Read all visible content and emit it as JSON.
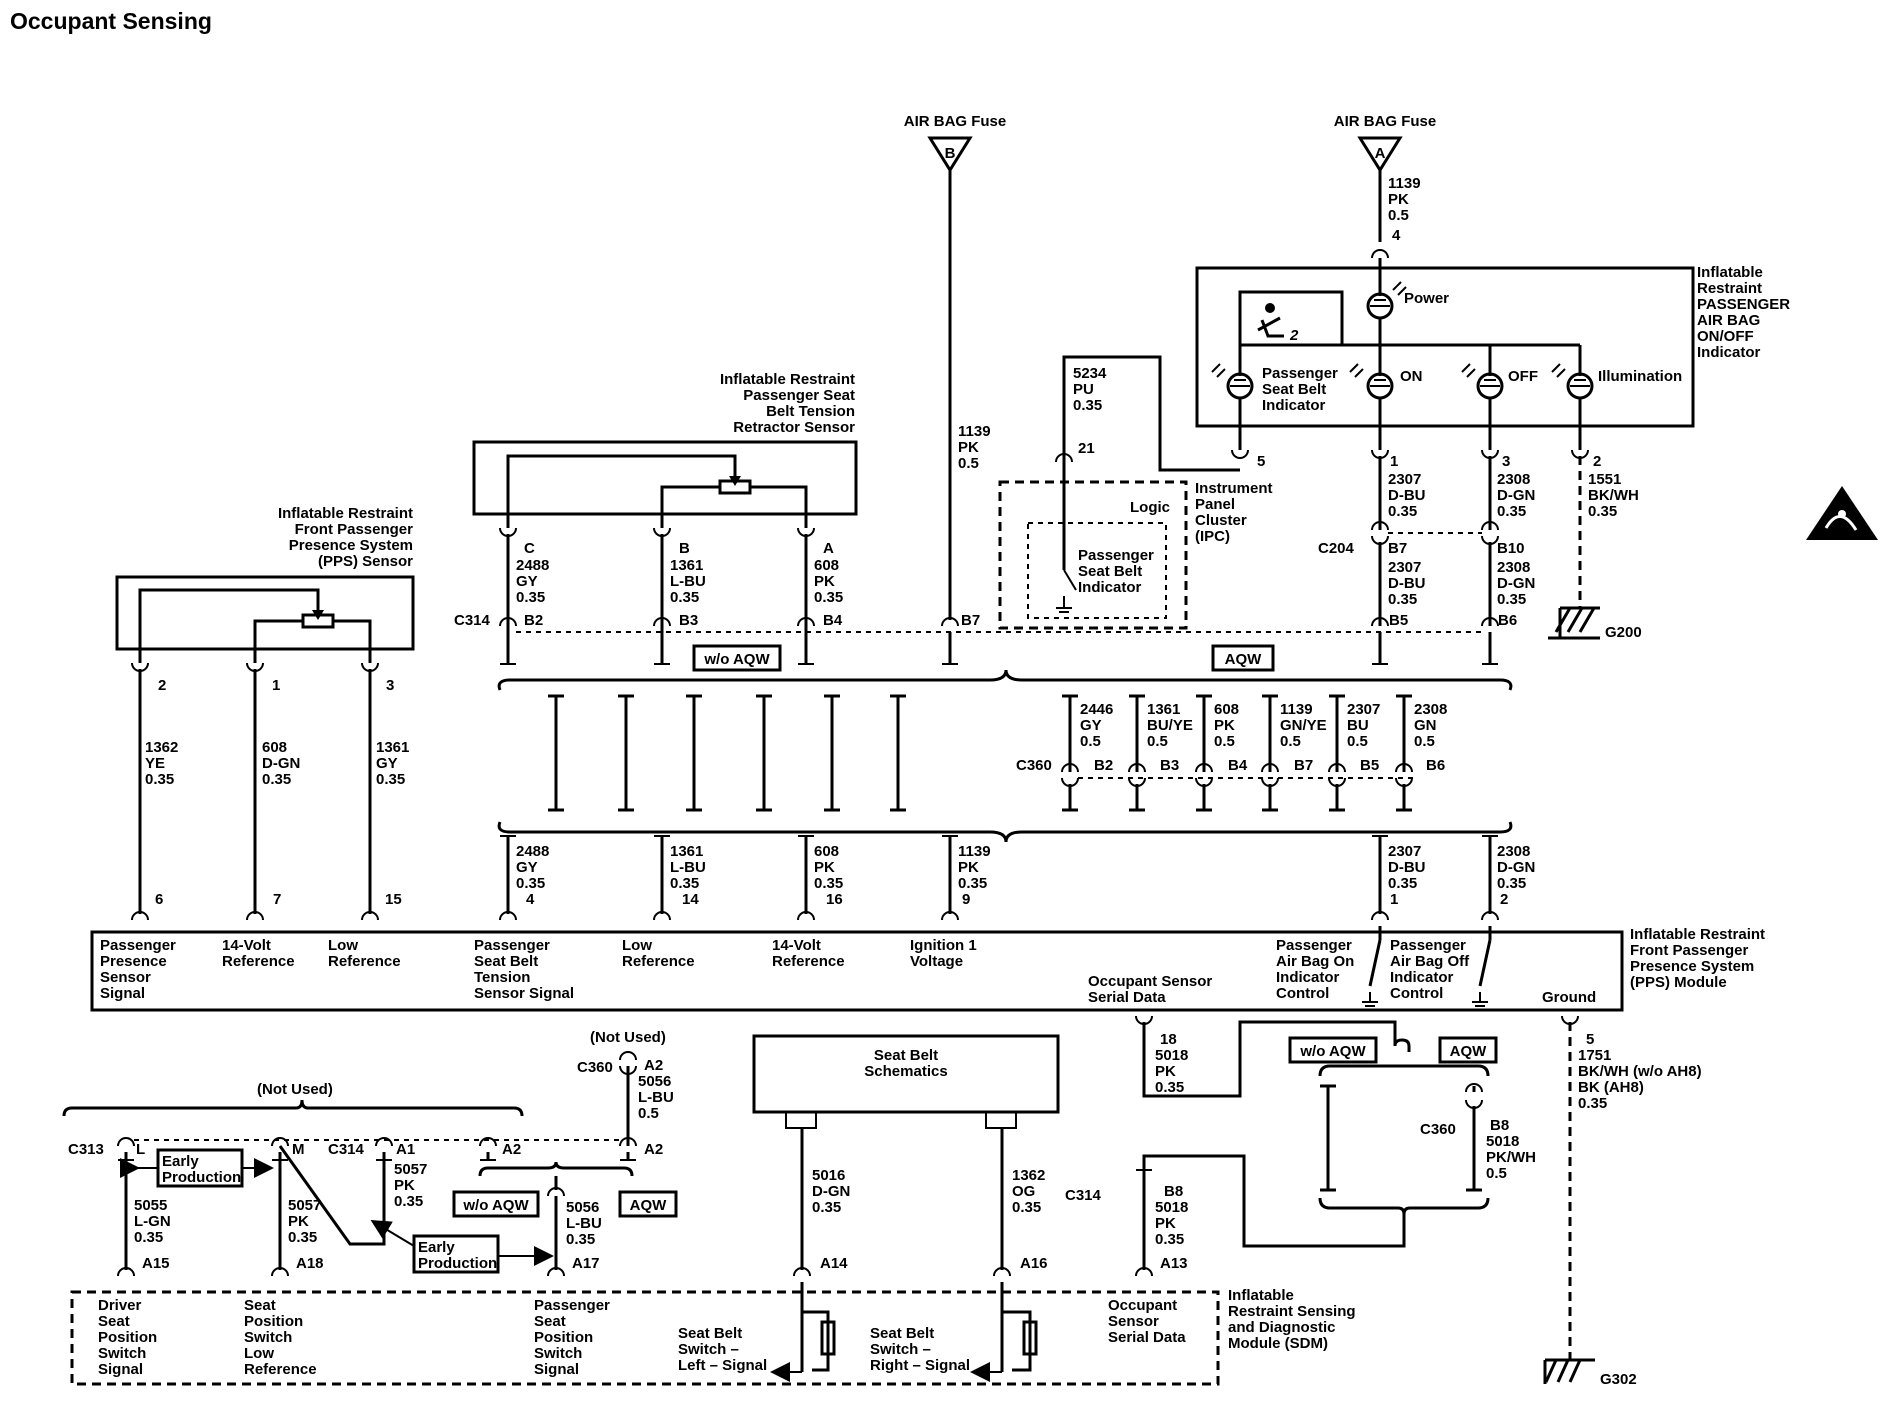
{
  "title": "Occupant Sensing",
  "fuses": [
    {
      "id": "fuse-b",
      "label": "AIR BAG Fuse",
      "letter": "B"
    },
    {
      "id": "fuse-a",
      "label": "AIR BAG Fuse",
      "letter": "A"
    }
  ],
  "components": {
    "pps_sensor": [
      "Inflatable Restraint",
      "Front Passenger",
      "Presence System",
      "(PPS) Sensor"
    ],
    "tension_sensor": [
      "Inflatable Restraint",
      "Passenger Seat",
      "Belt Tension",
      "Retractor Sensor"
    ],
    "airbag_indicator": [
      "Inflatable",
      "Restraint",
      "PASSENGER",
      "AIR BAG",
      "ON/OFF",
      "Indicator"
    ],
    "ipc": [
      "Instrument",
      "Panel",
      "Cluster",
      "(IPC)"
    ],
    "ipc_logic": "Logic",
    "ipc_seatbelt": [
      "Passenger",
      "Seat Belt",
      "Indicator"
    ],
    "pps_module": [
      "Inflatable Restraint",
      "Front Passenger",
      "Presence System",
      "(PPS) Module"
    ],
    "sdm": [
      "Inflatable",
      "Restraint Sensing",
      "and Diagnostic",
      "Module (SDM)"
    ],
    "seat_belt_schematics": [
      "Seat Belt",
      "Schematics"
    ]
  },
  "indicator_lamps": {
    "power": "Power",
    "passenger_seat_belt": [
      "Passenger",
      "Seat Belt",
      "Indicator"
    ],
    "on": "ON",
    "off": "OFF",
    "illumination": "Illumination"
  },
  "wires": [
    {
      "id": "w1139-top",
      "lines": [
        "1139",
        "PK",
        "0.5"
      ]
    },
    {
      "id": "w1139-mid",
      "lines": [
        "1139",
        "PK",
        "0.5"
      ]
    },
    {
      "id": "w5234",
      "lines": [
        "5234",
        "PU",
        "0.35"
      ]
    },
    {
      "id": "w2488-top",
      "lines": [
        "2488",
        "GY",
        "0.35"
      ]
    },
    {
      "id": "w1361-top",
      "lines": [
        "1361",
        "L-BU",
        "0.35"
      ]
    },
    {
      "id": "w608-top",
      "lines": [
        "608",
        "PK",
        "0.35"
      ]
    },
    {
      "id": "w2307-top",
      "lines": [
        "2307",
        "D-BU",
        "0.35"
      ]
    },
    {
      "id": "w2308-top",
      "lines": [
        "2308",
        "D-GN",
        "0.35"
      ]
    },
    {
      "id": "w1551",
      "lines": [
        "1551",
        "BK/WH",
        "0.35"
      ]
    },
    {
      "id": "w2307-c204",
      "lines": [
        "2307",
        "D-BU",
        "0.35"
      ]
    },
    {
      "id": "w2308-c204",
      "lines": [
        "2308",
        "D-GN",
        "0.35"
      ]
    },
    {
      "id": "w1362-pps",
      "lines": [
        "1362",
        "YE",
        "0.35"
      ]
    },
    {
      "id": "w608-pps",
      "lines": [
        "608",
        "D-GN",
        "0.35"
      ]
    },
    {
      "id": "w1361-pps",
      "lines": [
        "1361",
        "GY",
        "0.35"
      ]
    },
    {
      "id": "w2446-c360",
      "lines": [
        "2446",
        "GY",
        "0.5"
      ]
    },
    {
      "id": "w1361-c360",
      "lines": [
        "1361",
        "BU/YE",
        "0.5"
      ]
    },
    {
      "id": "w608-c360",
      "lines": [
        "608",
        "PK",
        "0.5"
      ]
    },
    {
      "id": "w1139-c360",
      "lines": [
        "1139",
        "GN/YE",
        "0.5"
      ]
    },
    {
      "id": "w2307-c360",
      "lines": [
        "2307",
        "BU",
        "0.5"
      ]
    },
    {
      "id": "w2308-c360",
      "lines": [
        "2308",
        "GN",
        "0.5"
      ]
    },
    {
      "id": "w2488-mod",
      "lines": [
        "2488",
        "GY",
        "0.35"
      ]
    },
    {
      "id": "w1361-mod",
      "lines": [
        "1361",
        "L-BU",
        "0.35"
      ]
    },
    {
      "id": "w608-mod",
      "lines": [
        "608",
        "PK",
        "0.35"
      ]
    },
    {
      "id": "w1139-mod",
      "lines": [
        "1139",
        "PK",
        "0.35"
      ]
    },
    {
      "id": "w2307-mod",
      "lines": [
        "2307",
        "D-BU",
        "0.35"
      ]
    },
    {
      "id": "w2308-mod",
      "lines": [
        "2308",
        "D-GN",
        "0.35"
      ]
    },
    {
      "id": "w5018-mod",
      "lines": [
        "5018",
        "PK",
        "0.35"
      ]
    },
    {
      "id": "w1751",
      "lines": [
        "1751",
        "BK/WH (w/o AH8)",
        "BK (AH8)",
        "0.35"
      ]
    },
    {
      "id": "w5056-top",
      "lines": [
        "5056",
        "L-BU",
        "0.5"
      ]
    },
    {
      "id": "w5057-a1",
      "lines": [
        "5057",
        "PK",
        "0.35"
      ]
    },
    {
      "id": "w5055",
      "lines": [
        "5055",
        "L-GN",
        "0.35"
      ]
    },
    {
      "id": "w5057-a18",
      "lines": [
        "5057",
        "PK",
        "0.35"
      ]
    },
    {
      "id": "w5056-a17",
      "lines": [
        "5056",
        "L-BU",
        "0.35"
      ]
    },
    {
      "id": "w5016",
      "lines": [
        "5016",
        "D-GN",
        "0.35"
      ]
    },
    {
      "id": "w1362-sdm",
      "lines": [
        "1362",
        "OG",
        "0.35"
      ]
    },
    {
      "id": "w5018-sdm",
      "lines": [
        "5018",
        "PK",
        "0.35"
      ]
    },
    {
      "id": "w5018-c360",
      "lines": [
        "5018",
        "PK/WH",
        "0.5"
      ]
    }
  ],
  "pins": {
    "fuse_a_pin": "4",
    "ipc_pin_5": "5",
    "ipc_pin_21": "21",
    "ind_pin_1": "1",
    "ind_pin_3": "3",
    "ind_pin_2": "2",
    "sensor_c": "C",
    "sensor_b": "B",
    "sensor_a": "A",
    "pps_2": "2",
    "pps_1": "1",
    "pps_3": "3",
    "mod_6": "6",
    "mod_7": "7",
    "mod_15": "15",
    "mod_4": "4",
    "mod_14": "14",
    "mod_16": "16",
    "mod_9": "9",
    "mod_1": "1",
    "mod_2": "2",
    "mod_18": "18",
    "mod_5": "5",
    "c314_b2": "B2",
    "c314_b3": "B3",
    "c314_b4": "B4",
    "c314_b7": "B7",
    "c314_b5": "B5",
    "c314_b6": "B6",
    "c204_b7": "B7",
    "c204_b10": "B10",
    "c360_b2": "B2",
    "c360_b3": "B3",
    "c360_b4": "B4",
    "c360_b7": "B7",
    "c360_b5": "B5",
    "c360_b6": "B6",
    "c360_a2_top": "A2",
    "c360_a2": "A2",
    "c314_a2": "A2",
    "c313_l": "L",
    "c313_m": "M",
    "c314_a1": "A1",
    "sdm_a15": "A15",
    "sdm_a18": "A18",
    "sdm_a17": "A17",
    "sdm_a14": "A14",
    "sdm_a16": "A16",
    "sdm_a13": "A13",
    "c314_b8": "B8",
    "c360_b8": "B8"
  },
  "connectors": {
    "c314_top": "C314",
    "c204": "C204",
    "c360_mid": "C360",
    "c360_a2": "C360",
    "c313": "C313",
    "c314_a1": "C314",
    "c314_b8": "C314",
    "c360_b8": "C360"
  },
  "grounds": {
    "g200": "G200",
    "g302": "G302"
  },
  "options": {
    "wo_aqw": "w/o AQW",
    "aqw": "AQW",
    "early_production": [
      "Early",
      "Production"
    ],
    "not_used": "(Not Used)"
  },
  "module_labels": {
    "pps_signal": [
      "Passenger",
      "Presence",
      "Sensor",
      "Signal"
    ],
    "ref14_left": [
      "14-Volt",
      "Reference"
    ],
    "low_ref_left": [
      "Low",
      "Reference"
    ],
    "tension_signal": [
      "Passenger",
      "Seat Belt",
      "Tension",
      "Sensor Signal"
    ],
    "low_ref_right": [
      "Low",
      "Reference"
    ],
    "ref14_right": [
      "14-Volt",
      "Reference"
    ],
    "ignition": [
      "Ignition 1",
      "Voltage"
    ],
    "airbag_on_ctrl": [
      "Passenger",
      "Air Bag On",
      "Indicator",
      "Control"
    ],
    "airbag_off_ctrl": [
      "Passenger",
      "Air Bag Off",
      "Indicator",
      "Control"
    ],
    "occ_serial": [
      "Occupant Sensor",
      "Serial Data"
    ],
    "ground": "Ground"
  },
  "sdm_labels": {
    "driver_pos": [
      "Driver",
      "Seat",
      "Position",
      "Switch",
      "Signal"
    ],
    "seat_pos_low": [
      "Seat",
      "Position",
      "Switch",
      "Low",
      "Reference"
    ],
    "pass_pos": [
      "Passenger",
      "Seat",
      "Position",
      "Switch",
      "Signal"
    ],
    "belt_left": [
      "Seat Belt",
      "Switch –",
      "Left – Signal"
    ],
    "belt_right": [
      "Seat Belt",
      "Switch –",
      "Right – Signal"
    ],
    "occ_serial": [
      "Occupant",
      "Sensor",
      "Serial Data"
    ]
  }
}
